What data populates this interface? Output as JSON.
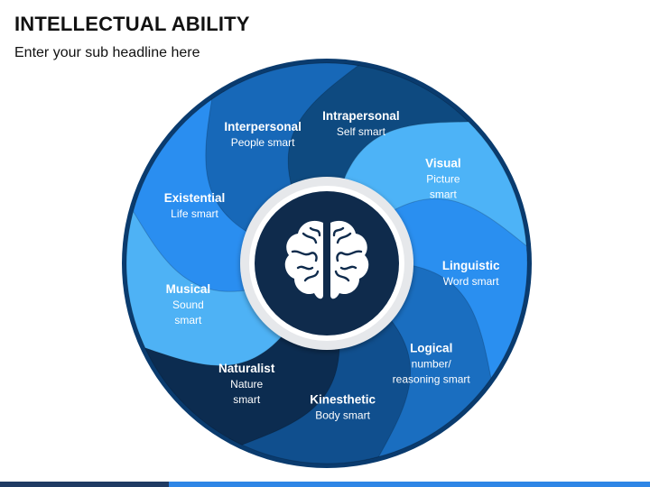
{
  "header": {
    "title": "INTELLECTUAL ABILITY",
    "subtitle": "Enter your sub headline here"
  },
  "segments": [
    {
      "title": "Intrapersonal",
      "desc": [
        "Self smart"
      ],
      "color": "#0e4a80"
    },
    {
      "title": "Visual",
      "desc": [
        "Picture",
        "smart"
      ],
      "color": "#4db3f7"
    },
    {
      "title": "Linguistic",
      "desc": [
        "Word smart"
      ],
      "color": "#2a8ff0"
    },
    {
      "title": "Logical",
      "desc": [
        "number/",
        "reasoning smart"
      ],
      "color": "#1a6ec0"
    },
    {
      "title": "Kinesthetic",
      "desc": [
        "Body smart"
      ],
      "color": "#104f8e"
    },
    {
      "title": "Naturalist",
      "desc": [
        "Nature",
        "smart"
      ],
      "color": "#0c2c50"
    },
    {
      "title": "Musical",
      "desc": [
        "Sound",
        "smart"
      ],
      "color": "#4eb2f5"
    },
    {
      "title": "Existential",
      "desc": [
        "Life smart"
      ],
      "color": "#2a8ef0"
    },
    {
      "title": "Interpersonal",
      "desc": [
        "People smart"
      ],
      "color": "#1768b8"
    }
  ],
  "center": {
    "icon": "brain-icon",
    "color": "#0f2b4c",
    "ring_color": "#e6e8eb"
  },
  "theme": {
    "rim_color": "#0a3b6e",
    "bar_dark": "#1f3b63",
    "bar_light": "#2e86e6"
  }
}
